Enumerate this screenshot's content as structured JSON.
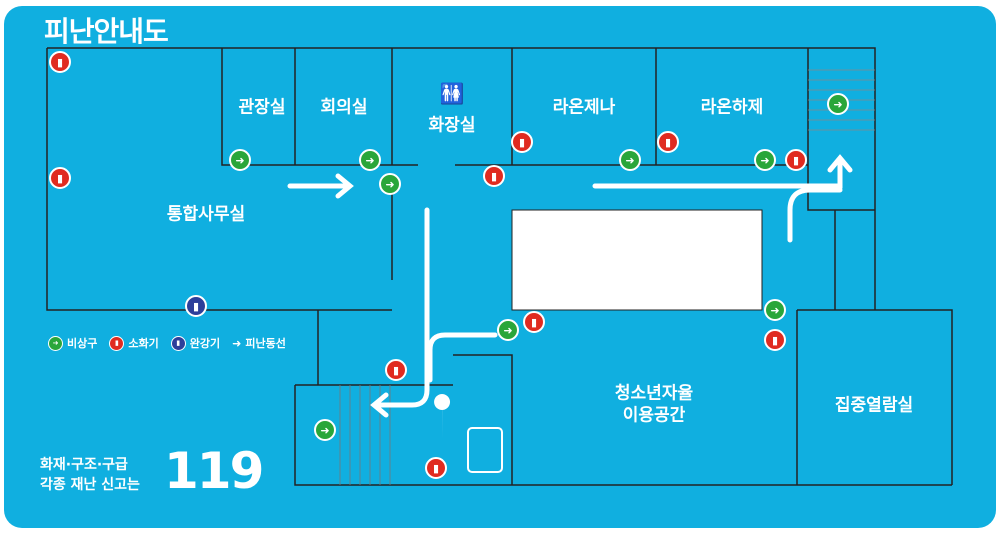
{
  "title": "피난안내도",
  "rooms": {
    "gwanjang": "관장실",
    "meeting": "회의실",
    "restroom": "화장실",
    "raon_jena": "라온제나",
    "raon_haje": "라온하제",
    "office": "통합사무실",
    "youth_line1": "청소년자율",
    "youth_line2": "이용공간",
    "study": "집중열람실"
  },
  "legend": {
    "exit": "비상구",
    "extinguisher": "소화기",
    "descender": "완강기",
    "route": "피난동선"
  },
  "emergency": {
    "line1": "화재·구조·구급",
    "line2": "각종 재난 신고는",
    "number": "119"
  },
  "colors": {
    "background": "#10afe0",
    "exit": "#2aa63a",
    "extinguisher": "#e02b20",
    "descender": "#2d3f9a"
  }
}
